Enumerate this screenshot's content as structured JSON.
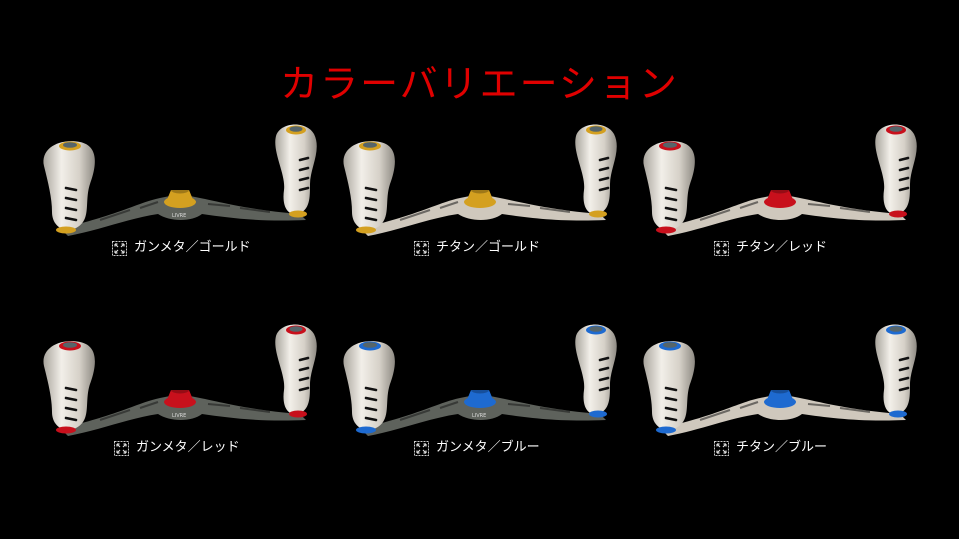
{
  "title": "カラーバリエーション",
  "colors": {
    "background": "#000000",
    "title": "#e00000",
    "caption": "#ffffff",
    "knob": "#d8d4cc"
  },
  "variants": [
    {
      "label": "ガンメタ／ゴールド",
      "arm": "gunmetal",
      "arm_color": "#5e625c",
      "accent": "gold",
      "accent_color": "#d4a020",
      "icon": "expand-icon"
    },
    {
      "label": "チタン／ゴールド",
      "arm": "titanium",
      "arm_color": "#cfc8bd",
      "accent": "gold",
      "accent_color": "#d4a020",
      "icon": "expand-icon"
    },
    {
      "label": "チタン／レッド",
      "arm": "titanium",
      "arm_color": "#cfc8bd",
      "accent": "red",
      "accent_color": "#c8101c",
      "icon": "expand-icon"
    },
    {
      "label": "ガンメタ／レッド",
      "arm": "gunmetal",
      "arm_color": "#5e625c",
      "accent": "red",
      "accent_color": "#c8101c",
      "icon": "expand-icon"
    },
    {
      "label": "ガンメタ／ブルー",
      "arm": "gunmetal",
      "arm_color": "#5e625c",
      "accent": "blue",
      "accent_color": "#1e6ad0",
      "icon": "expand-icon"
    },
    {
      "label": "チタン／ブルー",
      "arm": "titanium",
      "arm_color": "#cfc8bd",
      "accent": "blue",
      "accent_color": "#1e6ad0",
      "icon": "expand-icon"
    }
  ],
  "arm_print": "LIVRE"
}
